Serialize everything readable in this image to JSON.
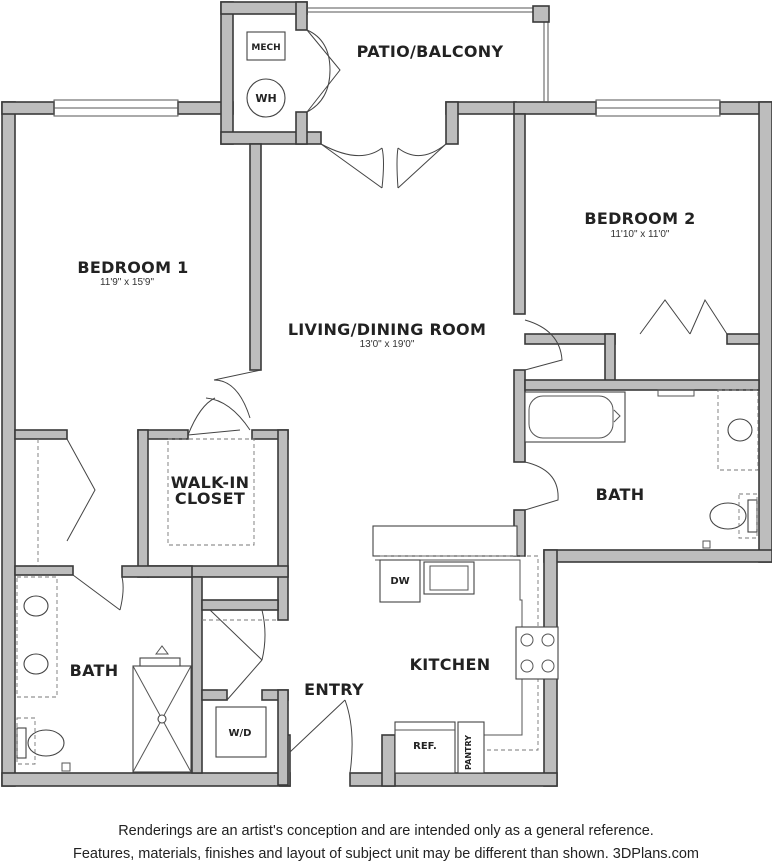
{
  "rooms": {
    "patio": {
      "label": "PATIO/BALCONY"
    },
    "bedroom1": {
      "label": "BEDROOM 1",
      "dims": "11'9\" x 15'9\""
    },
    "bedroom2": {
      "label": "BEDROOM 2",
      "dims": "11'10\" x 11'0\""
    },
    "living": {
      "label": "LIVING/DINING ROOM",
      "dims": "13'0\" x 19'0\""
    },
    "closet": {
      "label_line1": "WALK-IN",
      "label_line2": "CLOSET"
    },
    "bath1": {
      "label": "BATH"
    },
    "bath2": {
      "label": "BATH"
    },
    "kitchen": {
      "label": "KITCHEN"
    },
    "entry": {
      "label": "ENTRY"
    }
  },
  "fixtures": {
    "mech": "MECH",
    "wh": "WH",
    "dw": "DW",
    "ref": "REF.",
    "pantry": "PANTRY",
    "wd": "W/D"
  },
  "disclaimer": {
    "line1": "Renderings are an artist's conception and are intended only as a general reference.",
    "line2": "Features, materials, finishes and layout of subject unit may be different than shown. 3DPlans.com"
  }
}
